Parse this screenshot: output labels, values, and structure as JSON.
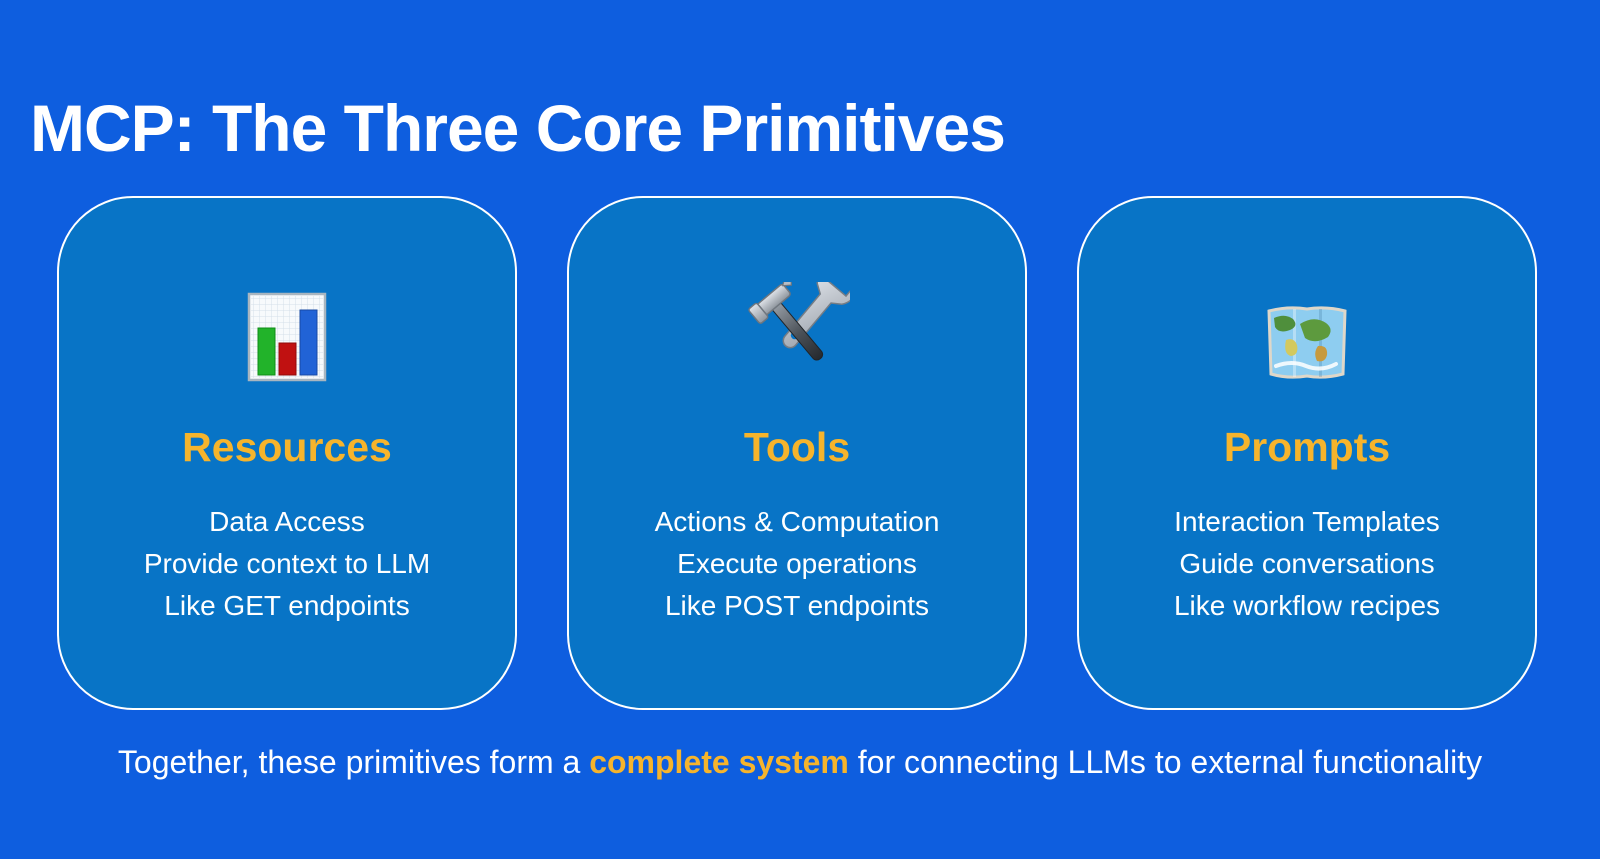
{
  "page": {
    "title": "MCP: The Three Core Primitives",
    "background_color": "#0E5EDF",
    "card_color": "#0874C6",
    "accent_yellow": "#F6B42C",
    "text_white": "#FFFFFF"
  },
  "cards": [
    {
      "icon": "bar-chart",
      "title": "Resources",
      "lines": [
        "Data Access",
        "Provide context to LLM",
        "Like GET endpoints"
      ]
    },
    {
      "icon": "hammer-and-wrench",
      "title": "Tools",
      "lines": [
        "Actions & Computation",
        "Execute operations",
        "Like POST endpoints"
      ]
    },
    {
      "icon": "world-map",
      "title": "Prompts",
      "lines": [
        "Interaction Templates",
        "Guide conversations",
        "Like workflow recipes"
      ]
    }
  ],
  "footer": {
    "prefix": "Together, these primitives form a ",
    "highlight": "complete system",
    "suffix": " for connecting LLMs to external functionality"
  }
}
